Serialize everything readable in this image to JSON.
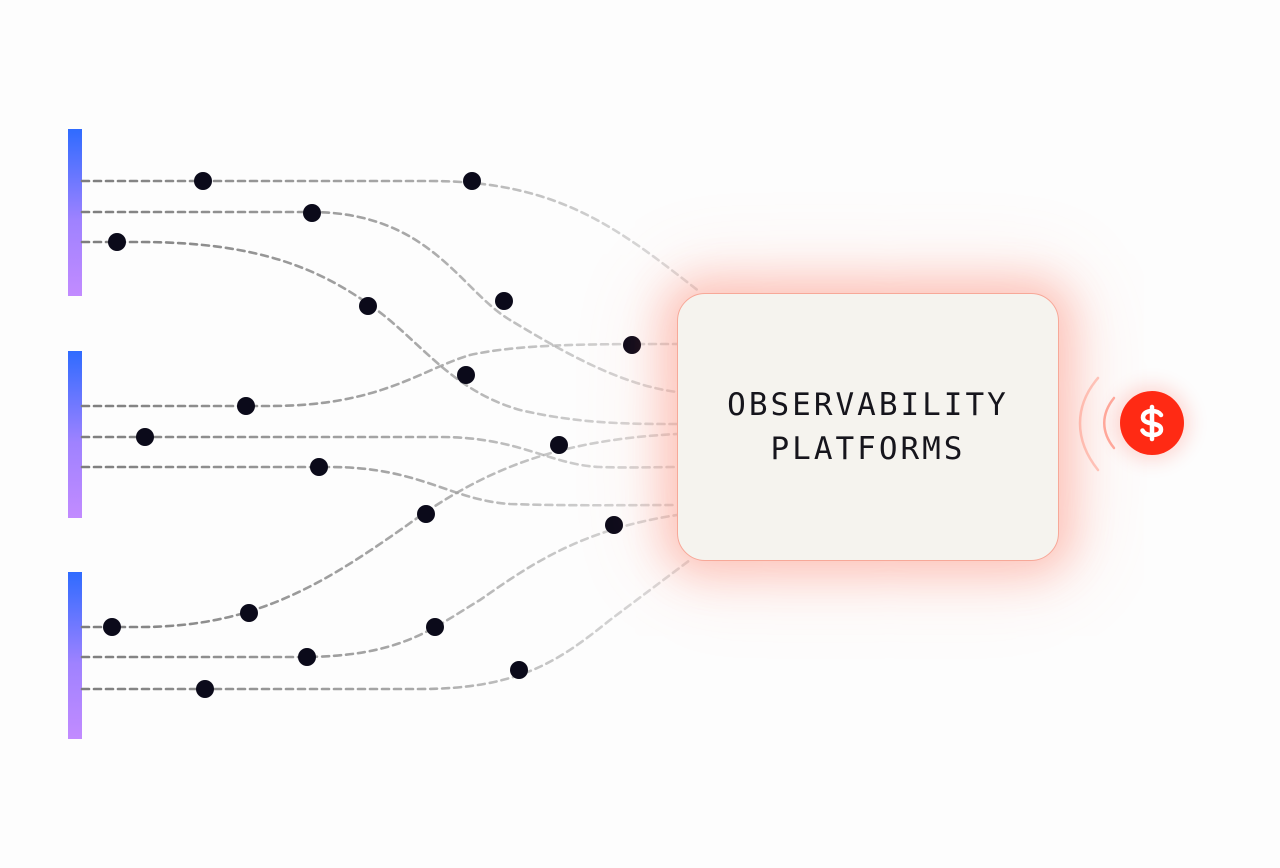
{
  "platform": {
    "line1": "OBSERVABILITY",
    "line2": "PLATFORMS"
  },
  "cost_badge": {
    "icon": "dollar-icon",
    "color": "#ff2a14"
  },
  "sources": {
    "count": 3,
    "gradient": [
      "#2f6bff",
      "#c28bff"
    ]
  },
  "colors": {
    "dots": "#0b0a1a",
    "lines": "#8d8d8d",
    "glow": "#ff5f46"
  }
}
